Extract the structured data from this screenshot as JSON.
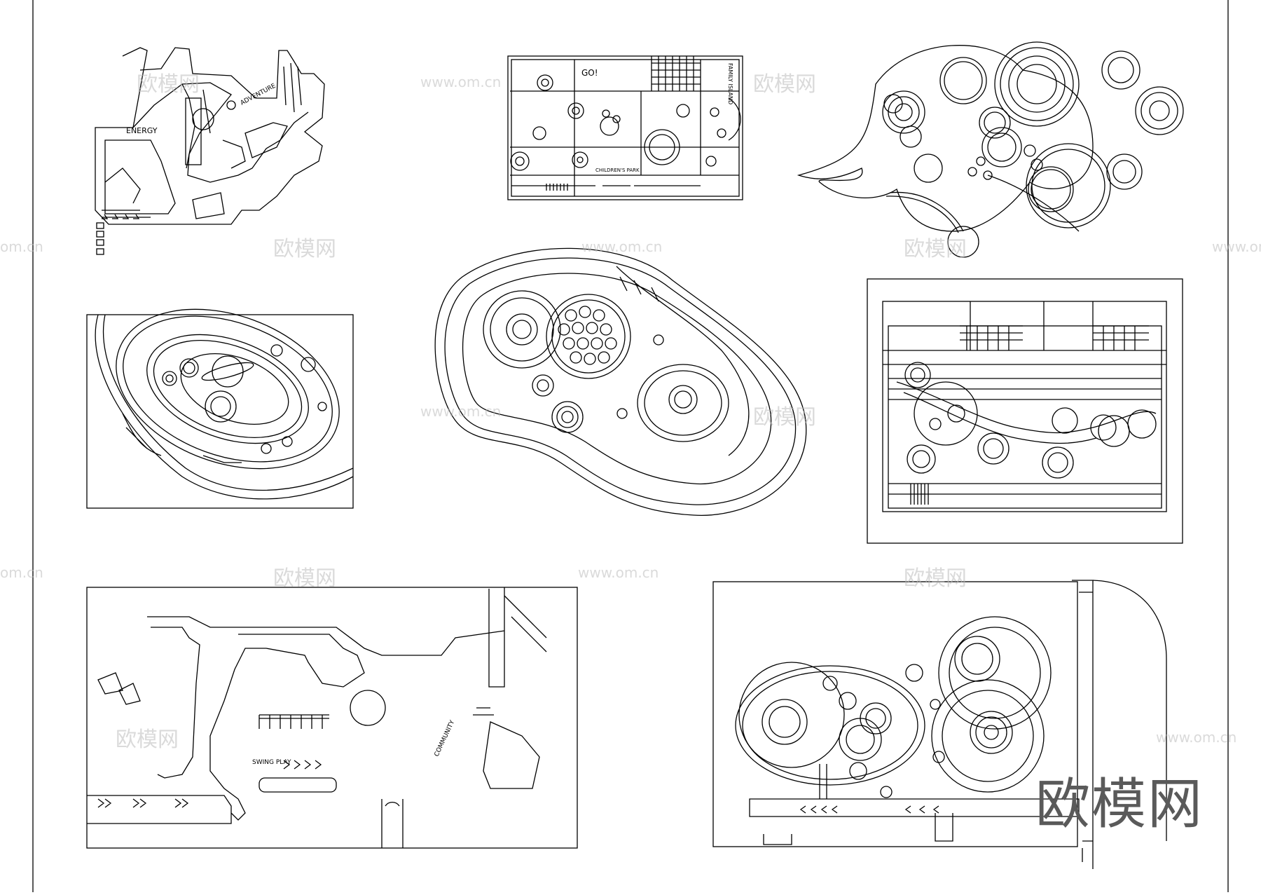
{
  "watermark": {
    "logo_text": "欧模网",
    "url_text": "www.om.cn",
    "partial_url_text": "om.cn"
  },
  "plans": [
    {
      "id": "plan-a",
      "labels": [
        "ENERGY",
        "ADVENTURE"
      ]
    },
    {
      "id": "plan-b",
      "labels": [
        "GO!",
        "FAMILY ISLAND",
        "CHILDREN'S PARK"
      ]
    },
    {
      "id": "plan-c",
      "labels": []
    },
    {
      "id": "plan-d",
      "labels": []
    },
    {
      "id": "plan-e",
      "labels": []
    },
    {
      "id": "plan-f",
      "labels": []
    },
    {
      "id": "plan-g",
      "labels": [
        "SWING PLAY",
        "COMMUNITY"
      ]
    },
    {
      "id": "plan-h",
      "labels": []
    }
  ],
  "colors": {
    "line": "#000000",
    "background": "#ffffff",
    "watermark": "#bcbcbc",
    "logo": "#5a5a5a"
  }
}
